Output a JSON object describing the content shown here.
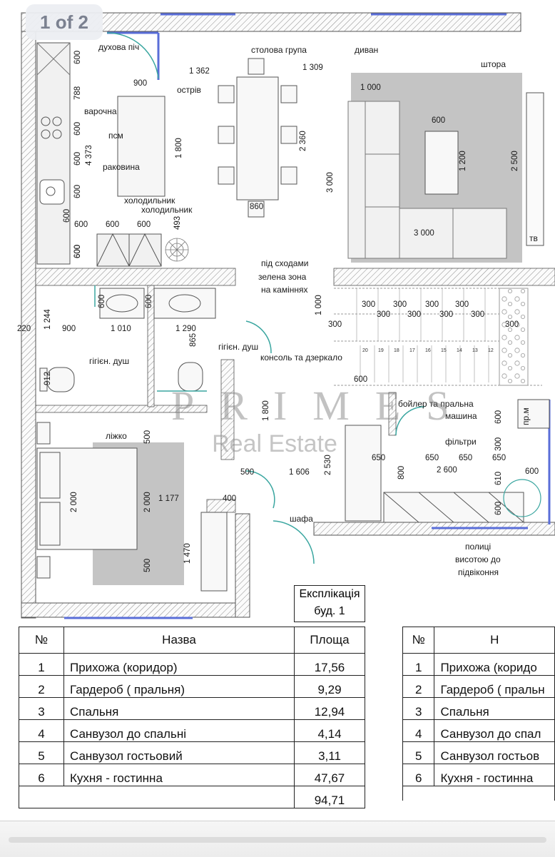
{
  "page_badge": "1 of 2",
  "labels": {
    "oven": "духова піч",
    "dining_group": "столова група",
    "sofa": "диван",
    "curtain": "штора",
    "island": "острів",
    "cooktop": "варочна",
    "dishwasher": "псм",
    "sink": "раковина",
    "fridge1": "холодильник",
    "fridge2": "холодильник",
    "tv": "тв",
    "under_stairs_1": "під сходами",
    "under_stairs_2": "зелена зона",
    "under_stairs_3": "на каміннях",
    "hyg_shower_1": "гігієн. душ",
    "hyg_shower_2": "гігієн. душ",
    "console_mirror": "консоль та дзеркало",
    "boiler_1": "бойлер та пральна",
    "boiler_2": "машина",
    "filters": "фільтри",
    "bed": "ліжко",
    "wardrobe": "шафа",
    "pr_m": "пр.м",
    "shelves_1": "полиці",
    "shelves_2": "висотою до",
    "shelves_3": "підвіконня"
  },
  "dimensions": [
    "600",
    "788",
    "600",
    "600",
    "4 373",
    "600",
    "600",
    "600",
    "900",
    "1 362",
    "1 309",
    "1 800",
    "1 000",
    "2 360",
    "3 000",
    "600",
    "1 200",
    "2 500",
    "860",
    "3 000",
    "493",
    "600",
    "600",
    "1 244",
    "220",
    "900",
    "1 010",
    "1 290",
    "865",
    "912",
    "1 000",
    "300",
    "300",
    "300",
    "300",
    "300",
    "300",
    "300",
    "300",
    "300",
    "300",
    "600",
    "1 800",
    "2 530",
    "500",
    "1 606",
    "650",
    "650",
    "650",
    "650",
    "2 600",
    "800",
    "600",
    "300",
    "610",
    "600",
    "600",
    "2 000",
    "2 000",
    "500",
    "1 177",
    "500",
    "1 470",
    "400",
    "600",
    "600",
    "600",
    "600"
  ],
  "stair_numbers": [
    "20",
    "19",
    "18",
    "17",
    "16",
    "15",
    "14",
    "13",
    "12"
  ],
  "watermark": {
    "brand": "PRIMES",
    "sub": "Real Estate"
  },
  "explication": {
    "title_line1": "Експлікація",
    "title_line2": "буд. 1",
    "headers": {
      "no": "№",
      "name": "Назва",
      "area": "Площа"
    },
    "rows": [
      {
        "no": "1",
        "name": "Прихожа (коридор)",
        "area": "17,56"
      },
      {
        "no": "2",
        "name": "Гардероб ( пральня)",
        "area": "9,29"
      },
      {
        "no": "3",
        "name": "Спальня",
        "area": "12,94"
      },
      {
        "no": "4",
        "name": "Санвузол до спальні",
        "area": "4,14"
      },
      {
        "no": "5",
        "name": "Санвузол гостьовий",
        "area": "3,11"
      },
      {
        "no": "6",
        "name": "Кухня - гостинна",
        "area": "47,67"
      }
    ],
    "total": "94,71"
  },
  "explication_copy": {
    "headers": {
      "no": "№",
      "name": "Н"
    },
    "rows": [
      {
        "no": "1",
        "name": "Прихожа (коридо"
      },
      {
        "no": "2",
        "name": "Гардероб ( пральн"
      },
      {
        "no": "3",
        "name": "Спальня"
      },
      {
        "no": "4",
        "name": "Санвузол до спал"
      },
      {
        "no": "5",
        "name": "Санвузол гостьов"
      },
      {
        "no": "6",
        "name": "Кухня - гостинна"
      }
    ]
  },
  "colors": {
    "wall_hatch": "#8a8a8a",
    "window": "#5a6ed8",
    "door": "#3aa6a0",
    "rug": "#c4c4c4",
    "furniture": "#e4e4e4"
  }
}
